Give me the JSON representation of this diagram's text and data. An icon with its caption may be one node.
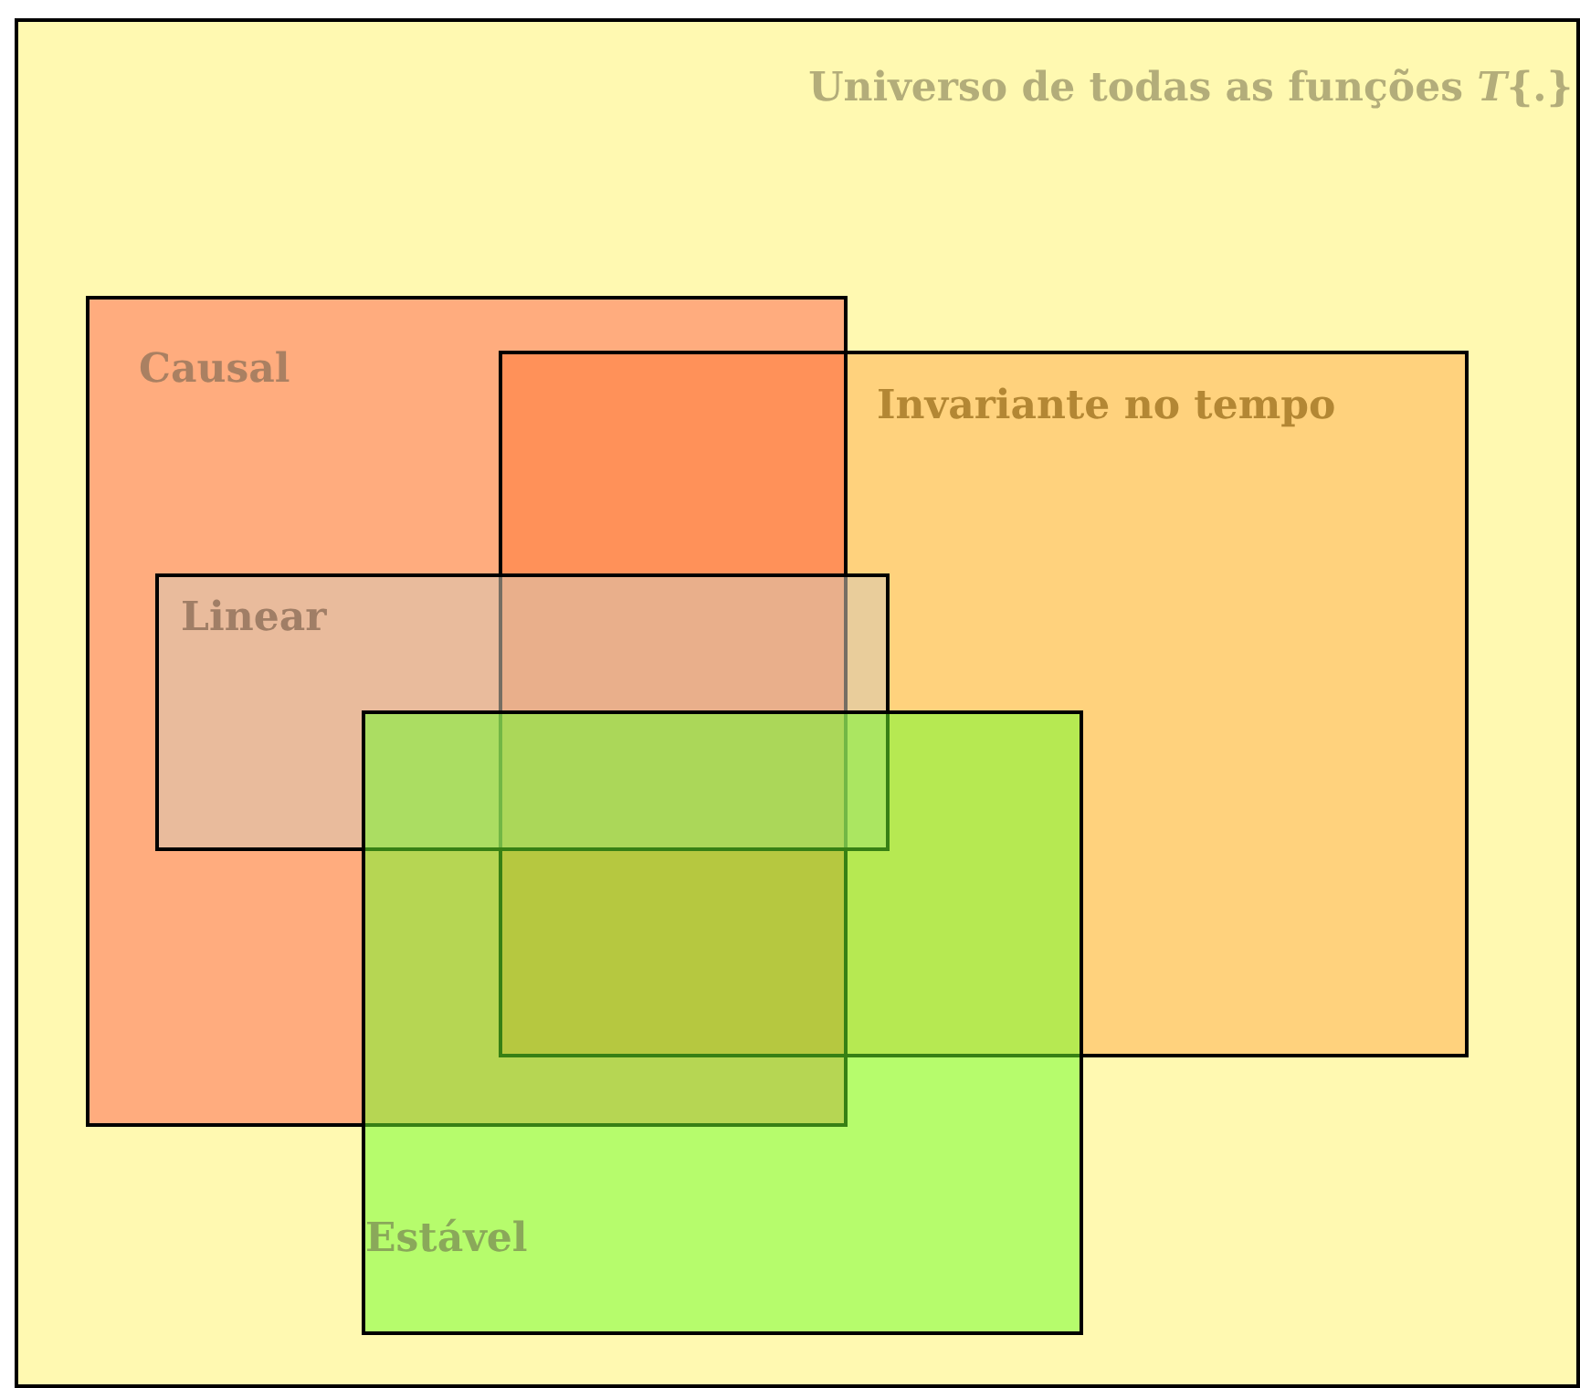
{
  "diagram": {
    "nodes": [
      {
        "text": [
          "Universo de todas as funções *T*{.}"
        ]
      },
      {
        "text": [
          "Causal"
        ],
        "in": 0
      },
      {
        "text": [
          "Invariante no tempo"
        ],
        "in": 0
      },
      {
        "text": [
          "Linear"
        ],
        "in": 0
      },
      {
        "text": [
          "Estável"
        ],
        "in": 0
      }
    ]
  }
}
